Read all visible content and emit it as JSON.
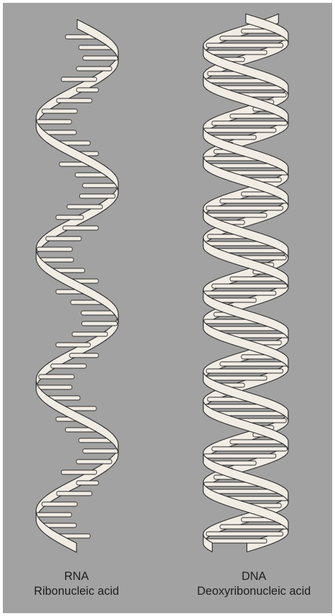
{
  "figure": {
    "background": "#a2a2a2",
    "ribbon_fill": "#f1ece4",
    "ribbon_stroke": "#2a2a2a"
  },
  "rna": {
    "name": "RNA",
    "full_name": "Ribonucleic acid",
    "strands": 1
  },
  "dna": {
    "name": "DNA",
    "full_name": "Deoxyribonucleic acid",
    "strands": 2
  }
}
